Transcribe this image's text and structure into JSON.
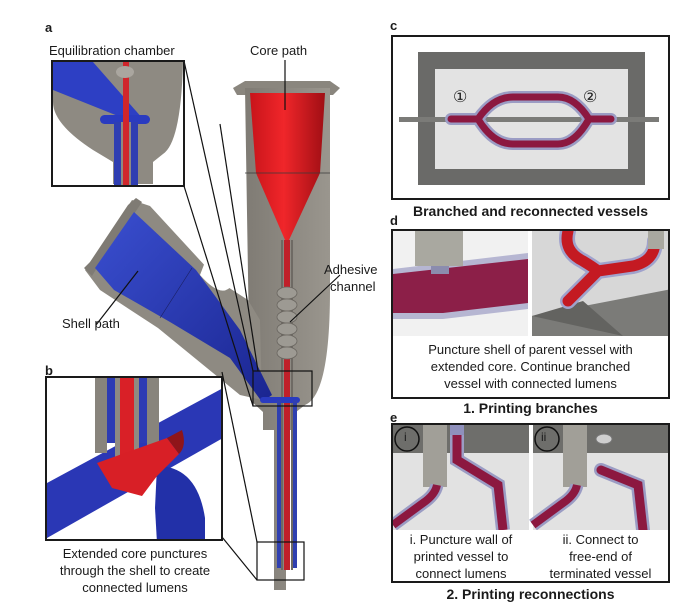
{
  "panels": {
    "a": {
      "letter": "a",
      "labels": {
        "equilibration_chamber": "Equilibration chamber",
        "core_path": "Core path",
        "shell_path": "Shell path",
        "adhesive_channel_line1": "Adhesive",
        "adhesive_channel_line2": "channel"
      }
    },
    "b": {
      "letter": "b",
      "caption_lines": [
        "Extended core punctures",
        "through the shell to create",
        "connected lumens"
      ]
    },
    "c": {
      "letter": "c",
      "markers": [
        "①",
        "②"
      ],
      "title": "Branched and reconnected vessels"
    },
    "d": {
      "letter": "d",
      "caption_lines": [
        "Puncture shell of parent vessel with",
        "extended core. Continue branched",
        "vessel with connected lumens"
      ],
      "title": "1. Printing branches"
    },
    "e": {
      "letter": "e",
      "subpanels": [
        {
          "marker": "i",
          "caption_lines": [
            "i. Puncture wall of",
            "printed vessel to",
            "connect lumens"
          ]
        },
        {
          "marker": "ii",
          "caption_lines": [
            "ii. Connect to",
            "free-end of",
            "terminated vessel"
          ]
        }
      ],
      "title": "2. Printing reconnections"
    }
  },
  "colors": {
    "core_red": "#e0191f",
    "shell_blue": "#2433b0",
    "nozzle_gray": "#8e8a82",
    "vessel_maroon": "#8c1840",
    "vessel_shell": "#9b9cc4",
    "bath_dark": "#6a6a68",
    "bath_light": "#e3e3e3"
  }
}
